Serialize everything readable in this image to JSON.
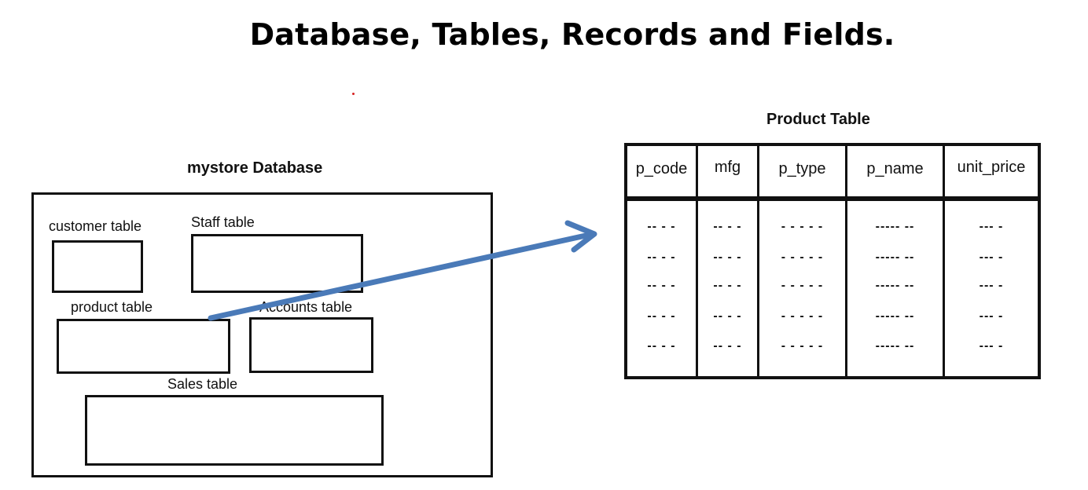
{
  "title": "Database, Tables, Records and Fields.",
  "database": {
    "label": "mystore Database",
    "tables": [
      {
        "id": "customer",
        "label": "customer table"
      },
      {
        "id": "staff",
        "label": "Staff table"
      },
      {
        "id": "product",
        "label": "product table"
      },
      {
        "id": "accounts",
        "label": "Accounts table"
      },
      {
        "id": "sales",
        "label": "Sales table"
      }
    ]
  },
  "product_table": {
    "label": "Product Table",
    "columns": [
      "p_code",
      "mfg",
      "p_type",
      "p_name",
      "unit_price"
    ],
    "rows": [
      [
        "-- - -",
        "-- - -",
        "- - - - -",
        "----- --",
        "--- -"
      ],
      [
        "-- - -",
        "-- - -",
        "- - - - -",
        "----- --",
        "--- -"
      ],
      [
        "-- - -",
        "-- - -",
        "- - - - -",
        "----- --",
        "--- -"
      ],
      [
        "-- - -",
        "-- - -",
        "- - - - -",
        "----- --",
        "--- -"
      ],
      [
        "-- - -",
        "-- - -",
        "- - - - -",
        "----- --",
        "--- -"
      ]
    ]
  },
  "colors": {
    "arrow": "#4a7ab8",
    "ink": "#111111"
  }
}
